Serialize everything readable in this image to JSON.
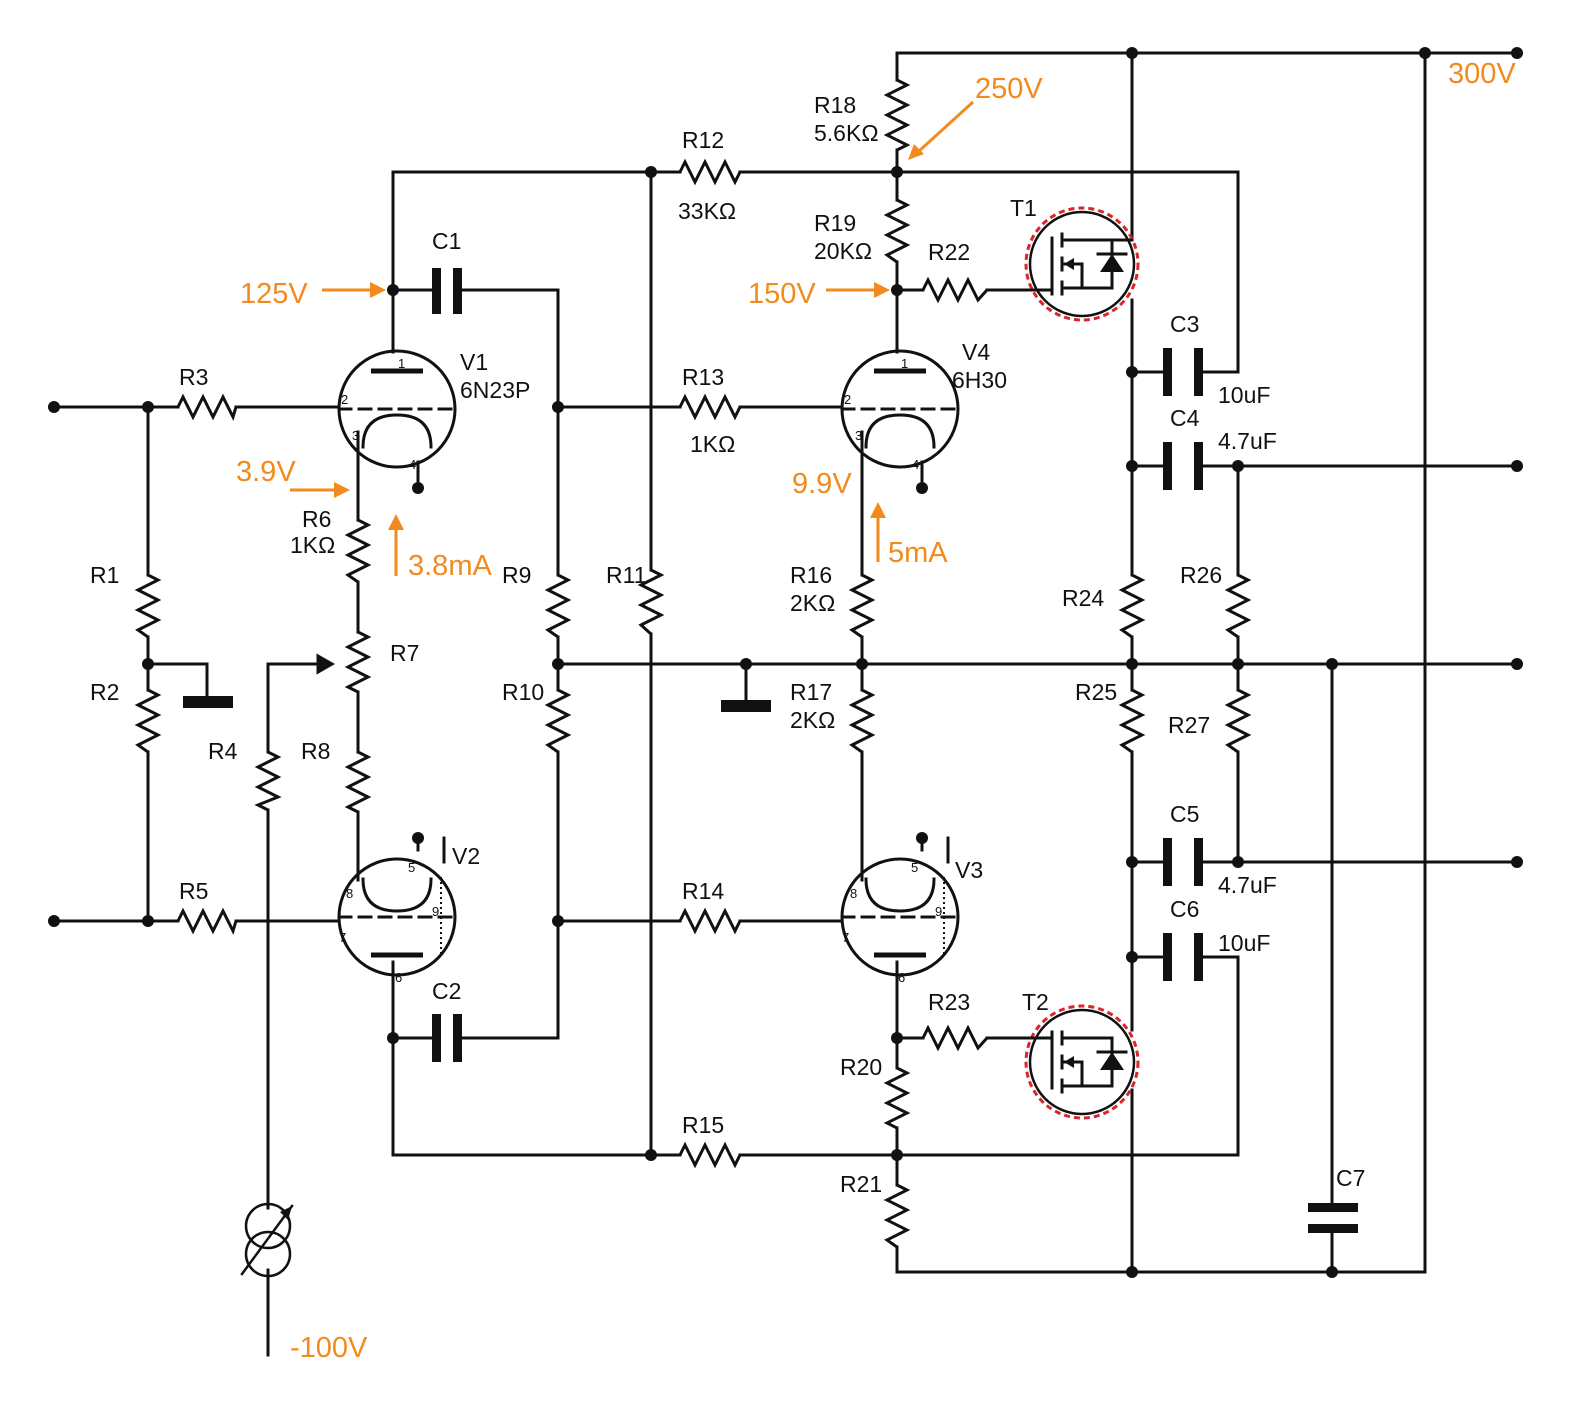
{
  "colors": {
    "wire": "#111111",
    "annotation": "#f28a1e",
    "mosfet_ring": "#d9262b"
  },
  "resistors": {
    "R1": "R1",
    "R2": "R2",
    "R3": "R3",
    "R4": "R4",
    "R5": "R5",
    "R6": "R6",
    "R6_val": "1KΩ",
    "R7": "R7",
    "R8": "R8",
    "R9": "R9",
    "R10": "R10",
    "R11": "R11",
    "R12": "R12",
    "R12_val": "33KΩ",
    "R13": "R13",
    "R13_val": "1KΩ",
    "R14": "R14",
    "R15": "R15",
    "R16": "R16",
    "R16_val": "2KΩ",
    "R17": "R17",
    "R17_val": "2KΩ",
    "R18": "R18",
    "R18_val": "5.6KΩ",
    "R19": "R19",
    "R19_val": "20KΩ",
    "R20": "R20",
    "R21": "R21",
    "R22": "R22",
    "R23": "R23",
    "R24": "R24",
    "R25": "R25",
    "R26": "R26",
    "R27": "R27"
  },
  "capacitors": {
    "C1": "C1",
    "C2": "C2",
    "C3": "C3",
    "C3_val": "10uF",
    "C4": "C4",
    "C4_val": "4.7uF",
    "C5": "C5",
    "C5_val": "4.7uF",
    "C6": "C6",
    "C6_val": "10uF",
    "C7": "C7"
  },
  "tubes": {
    "V1": "V1",
    "V1_type": "6N23P",
    "V2": "V2",
    "V3": "V3",
    "V4": "V4",
    "V4_type": "6H30"
  },
  "transistors": {
    "T1": "T1",
    "T2": "T2"
  },
  "pins": {
    "p1": "1",
    "p2": "2",
    "p3": "3",
    "p4": "4",
    "p5": "5",
    "p6": "6",
    "p7": "7",
    "p8": "8",
    "p9": "9"
  },
  "annotations": {
    "v300": "300V",
    "v250": "250V",
    "v125": "125V",
    "v150": "150V",
    "v3_9": "3.9V",
    "v9_9": "9.9V",
    "i3_8": "3.8mA",
    "i5": "5mA",
    "vneg100": "-100V"
  }
}
